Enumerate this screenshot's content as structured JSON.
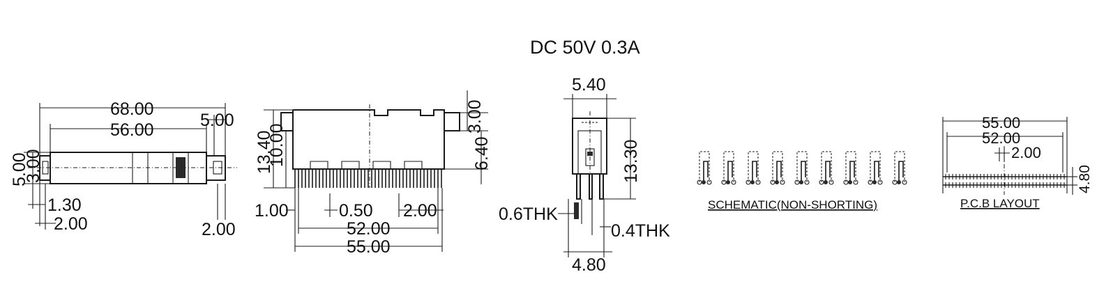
{
  "title": "DC  50V  0.3A",
  "side_view": {
    "overall_length": "68.00",
    "inner_length": "56.00",
    "end_width": "5.00",
    "height_left_outer": "5.00",
    "height_left_inner": "3.00",
    "dim_1_30": "1.30",
    "dim_2_00_left": "2.00",
    "dim_2_00_right": "2.00"
  },
  "front_view": {
    "height_total": "13.40",
    "height_body": "10.00",
    "tab_height": "3.00",
    "lead_length": "6.40",
    "edge_offset": "1.00",
    "pin_width": "0.50",
    "pitch": "2.00",
    "pin_span": "52.00",
    "overall_width": "55.00"
  },
  "end_view": {
    "top_width": "5.40",
    "height": "13.30",
    "lead_thk_left": "0.6THK",
    "lead_thk_right": "0.4THK",
    "bottom_width": "4.80"
  },
  "schematic": {
    "caption": "SCHEMATIC(NON-SHORTING)"
  },
  "pcb_layout": {
    "caption": "P.C.B LAYOUT",
    "overall": "55.00",
    "span": "52.00",
    "pitch": "2.00",
    "row_spacing": "4.80"
  }
}
